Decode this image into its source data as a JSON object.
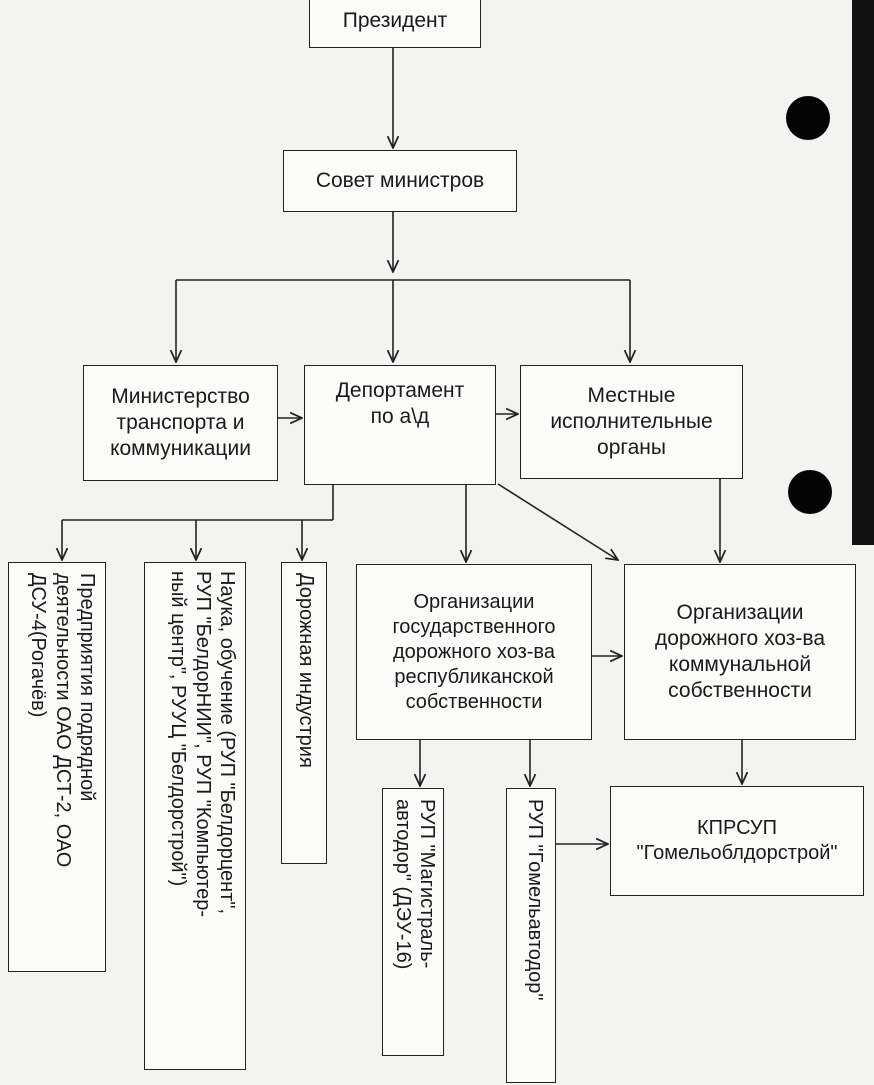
{
  "nodes": {
    "president": "Президент",
    "council": "Совет министров",
    "ministry": "Министерство\nтранспорта и\nкоммуникации",
    "department": "Депортамент\nпо а\\д",
    "local": "Местные\nисполнительные\nорганы",
    "contractors": "Предприятия подрядной\nдеятельности ОАО ДСТ-2, ОАО\nДСУ-4(Рогачёв)",
    "science": "Наука, обучение (РУП \"Белдорцент\",\nРУП \"БелдорНИИ\", РУП \"Компьютер-\nный центр\", РУУЦ \"Белдорстрой\")",
    "industry": "Дорожная индустрия",
    "state_org": "Организации\nгосударственного\nдорожного хоз-ва\nреспубликанской\nсобственности",
    "communal_org": "Организации\nдорожного хоз-ва\nкоммунальной\nсобственности",
    "magistral": "РУП \"Магистраль-\nавтодор\" (ДЭУ-16)",
    "gomelavtodor": "РУП \"Гомельавтодор\"",
    "kprsup": "КПРСУП\n\"Гомельоблдорстрой\""
  }
}
